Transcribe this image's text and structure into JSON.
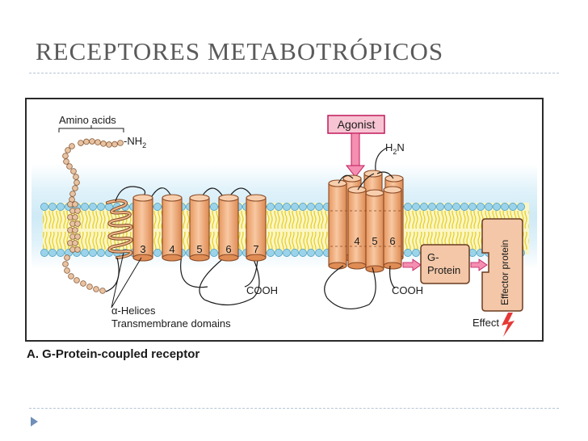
{
  "slide": {
    "title": "RECEPTORES METABOTRÓPICOS",
    "caption": "A. G-Protein-coupled receptor"
  },
  "diagram": {
    "labels": {
      "amino_acids": "Amino acids",
      "nh2": "-NH",
      "nh2_sub": "2",
      "cooh_left": "COOH",
      "alpha_helices": "α-Helices",
      "transmembrane": "Transmembrane domains",
      "agonist": "Agonist",
      "h2n_h": "H",
      "h2n_sub": "2",
      "h2n_n": "N",
      "cooh_right": "COOH",
      "g_protein_line1": "G-",
      "g_protein_line2": "Protein",
      "effector_protein": "Effector protein",
      "effect": "Effect"
    },
    "left_helix_numbers": [
      "3",
      "4",
      "5",
      "6",
      "7"
    ],
    "right_helix_numbers": [
      "4",
      "5",
      "6"
    ],
    "colors": {
      "helix_fill": "#f3b58a",
      "helix_stroke": "#8a4a25",
      "membrane_head": "#9ad3ea",
      "membrane_tail": "#f2e24a",
      "background_blue": "#e4f4fb",
      "agonist_fill": "#f7c4d3",
      "agonist_stroke": "#c2185b",
      "box_fill": "#f3c7a8",
      "arrow_fill": "#f48fb1",
      "effect_bolt": "#e53935"
    }
  }
}
